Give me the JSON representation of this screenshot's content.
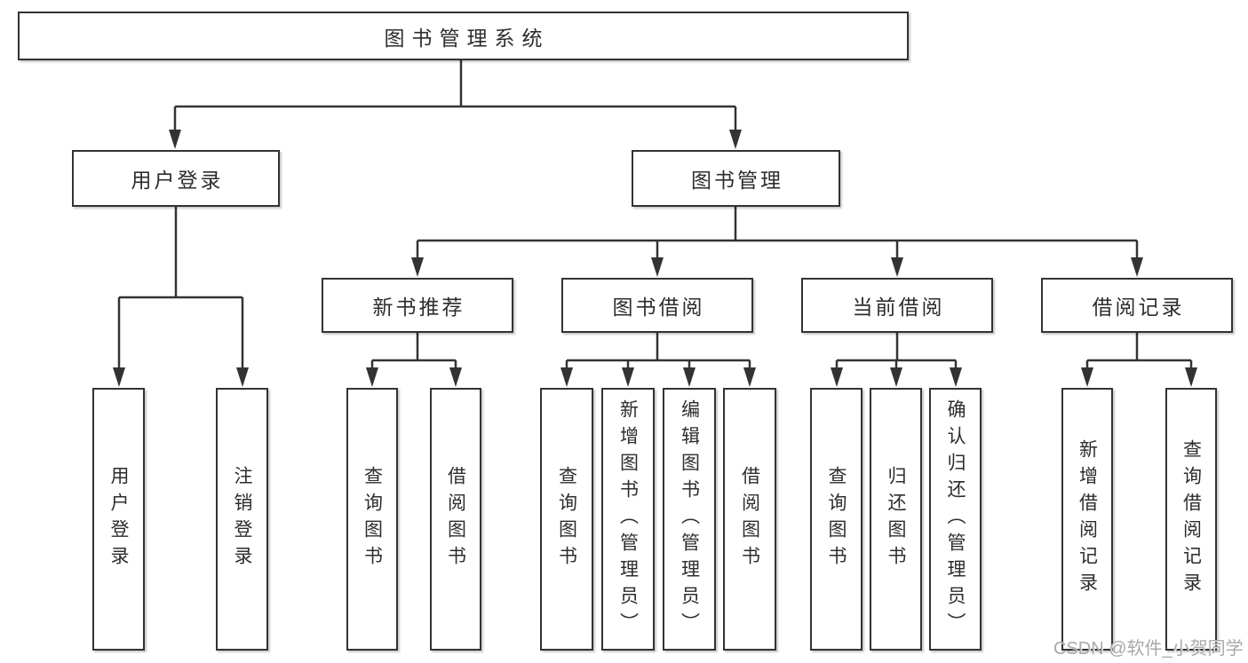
{
  "colors": {
    "line": "#333333",
    "text": "#2d2d2d",
    "box_background": "#ffffff",
    "watermark": "#a9a9a9"
  },
  "watermark": {
    "text": "CSDN @软件_小贺同学"
  },
  "tree": {
    "label": "图书管理系统",
    "children": [
      {
        "label": "用户登录",
        "children": [
          {
            "label": "用户登录"
          },
          {
            "label": "注销登录"
          }
        ]
      },
      {
        "label": "图书管理",
        "children": [
          {
            "label": "新书推荐",
            "children": [
              {
                "label": "查询图书"
              },
              {
                "label": "借阅图书"
              }
            ]
          },
          {
            "label": "图书借阅",
            "children": [
              {
                "label": "查询图书"
              },
              {
                "label": "新增图书（管理员）"
              },
              {
                "label": "编辑图书（管理员）"
              },
              {
                "label": "借阅图书"
              }
            ]
          },
          {
            "label": "当前借阅",
            "children": [
              {
                "label": "查询图书"
              },
              {
                "label": "归还图书"
              },
              {
                "label": "确认归还（管理员）"
              }
            ]
          },
          {
            "label": "借阅记录",
            "children": [
              {
                "label": "新增借阅记录"
              },
              {
                "label": "查询借阅记录"
              }
            ]
          }
        ]
      }
    ]
  }
}
